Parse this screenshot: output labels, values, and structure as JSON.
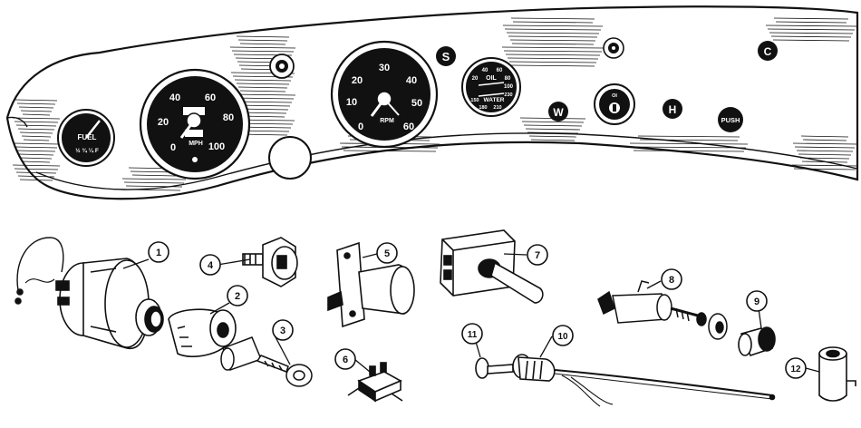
{
  "speedometer": {
    "ticks": [
      "40",
      "60",
      "20",
      "80",
      "0",
      "100"
    ],
    "unit": "MPH"
  },
  "tachometer": {
    "ticks": [
      "30",
      "20",
      "40",
      "10",
      "50",
      "0",
      "60"
    ],
    "unit": "RPM"
  },
  "fuel_gauge": {
    "label": "FUEL",
    "marks": "½ ¾ ¼ F"
  },
  "oil_water_gauge": {
    "oil_label": "OIL",
    "water_label": "WATER",
    "oil_ticks": [
      "40",
      "60",
      "20",
      "80",
      "100"
    ],
    "water_ticks": [
      "150",
      "180",
      "210",
      "230"
    ]
  },
  "ignition": {
    "label": "OI"
  },
  "dash_letters": [
    "S",
    "W",
    "H",
    "C"
  ],
  "push_button": "PUSH",
  "callouts": [
    "1",
    "2",
    "3",
    "4",
    "5",
    "6",
    "7",
    "8",
    "9",
    "10",
    "11",
    "12"
  ],
  "colors": {
    "ink": "#111111",
    "paper": "#ffffff"
  }
}
